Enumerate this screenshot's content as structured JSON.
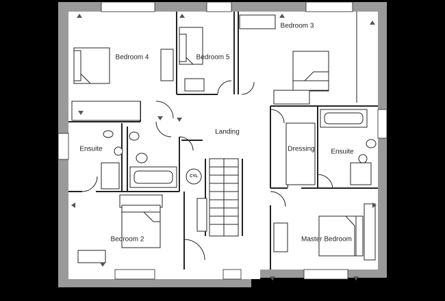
{
  "plan": {
    "colors": {
      "background": "#000000",
      "wall": "#9a9a9a",
      "floor": "#ffffff",
      "line": "#222222"
    },
    "rooms": {
      "bedroom4": "Bedroom 4",
      "bedroom5": "Bedroom 5",
      "bedroom3": "Bedroom 3",
      "landing": "Landing",
      "ensuite_left": "Ensuite",
      "dressing": "Dressing",
      "ensuite_right": "Ensuite",
      "bedroom2": "Bedroom 2",
      "master_bedroom": "Master Bedroom"
    },
    "cylinder": "CYL"
  }
}
